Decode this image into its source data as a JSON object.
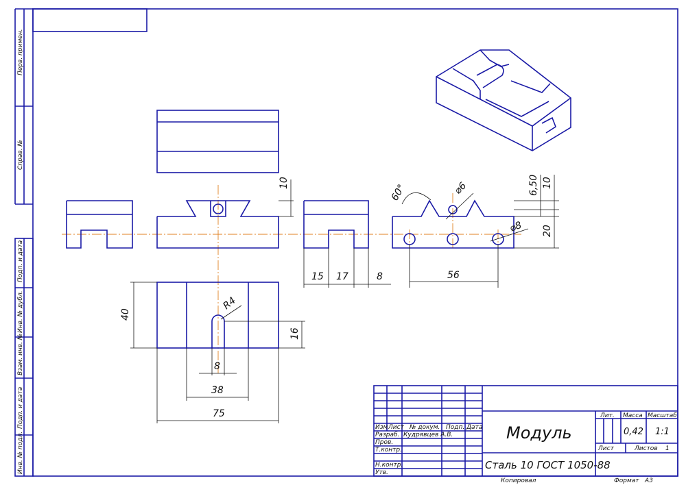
{
  "side_strip": {
    "labels": [
      "Перв. примен.",
      "Справ. №",
      "Подп. и дата",
      "Инв. № дубл.",
      "Взам. инв. №",
      "Подп. и дата",
      "Инв. № подл."
    ]
  },
  "dimensions": {
    "d10": "10",
    "d15": "15",
    "d17": "17",
    "d8a": "8",
    "d56": "56",
    "d40": "40",
    "r4": "R4",
    "d16": "16",
    "d8b": "8",
    "d38": "38",
    "d75": "75",
    "angle60": "60°",
    "phi6": "⌀6",
    "phi8": "⌀8",
    "d650": "6,50",
    "d10b": "10",
    "d20": "20"
  },
  "title_block": {
    "headers": [
      "Изм",
      "Лист",
      "№ докум.",
      "Подп.",
      "Дата"
    ],
    "rows": [
      {
        "role": "Разраб.",
        "name": "Кудрявцев А.В."
      },
      {
        "role": "Пров.",
        "name": ""
      },
      {
        "role": "Т.контр.",
        "name": ""
      },
      {
        "role": "",
        "name": ""
      },
      {
        "role": "Н.контр.",
        "name": ""
      },
      {
        "role": "Утв.",
        "name": ""
      }
    ],
    "part_name": "Модуль",
    "material": "Сталь 10  ГОСТ 1050-88",
    "lit_label": "Лит.",
    "mass_label": "Масса",
    "scale_label": "Масштаб",
    "mass": "0,42",
    "scale": "1:1",
    "sheet_label": "Лист",
    "sheets_label": "Листов",
    "sheets_count": "1",
    "copied_label": "Копировал",
    "format_label": "Формат",
    "format_value": "А3"
  }
}
